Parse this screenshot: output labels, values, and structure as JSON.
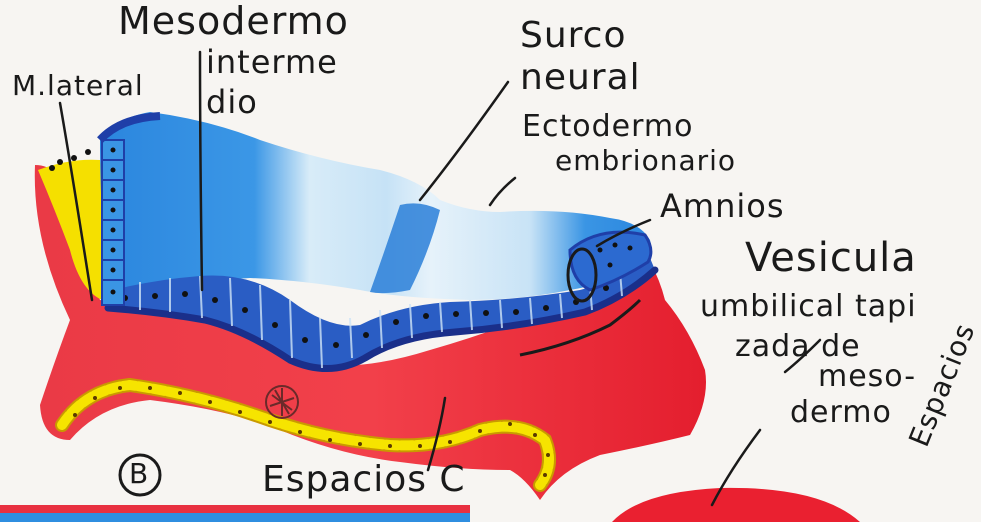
{
  "labels": {
    "mesodermo_l1": "Mesodermo",
    "mesodermo_l2": "interme",
    "mesodermo_l3": "dio",
    "m_lateral": "M.lateral",
    "surco_l1": "Surco",
    "surco_l2": "neural",
    "ectodermo_l1": "Ectodermo",
    "ectodermo_l2": "embrionario",
    "amnios": "Amnios",
    "vesicula_l1": "Vesicula",
    "vesicula_l2": "umbilical tapi",
    "vesicula_l3": "zada de",
    "vesicula_l4": "meso-",
    "vesicula_l5": "dermo",
    "espacios_c": "Espacios C",
    "figure_letter": "B",
    "espacios_vertical": "Espacios"
  },
  "colors": {
    "ectoderm_blue": "#2f8ee0",
    "light_blue": "#cfe7f7",
    "dark_blue": "#1f3fa8",
    "mesoderm_red": "#ee2434",
    "yellow": "#f6e400",
    "ink": "#1a1a1a"
  }
}
